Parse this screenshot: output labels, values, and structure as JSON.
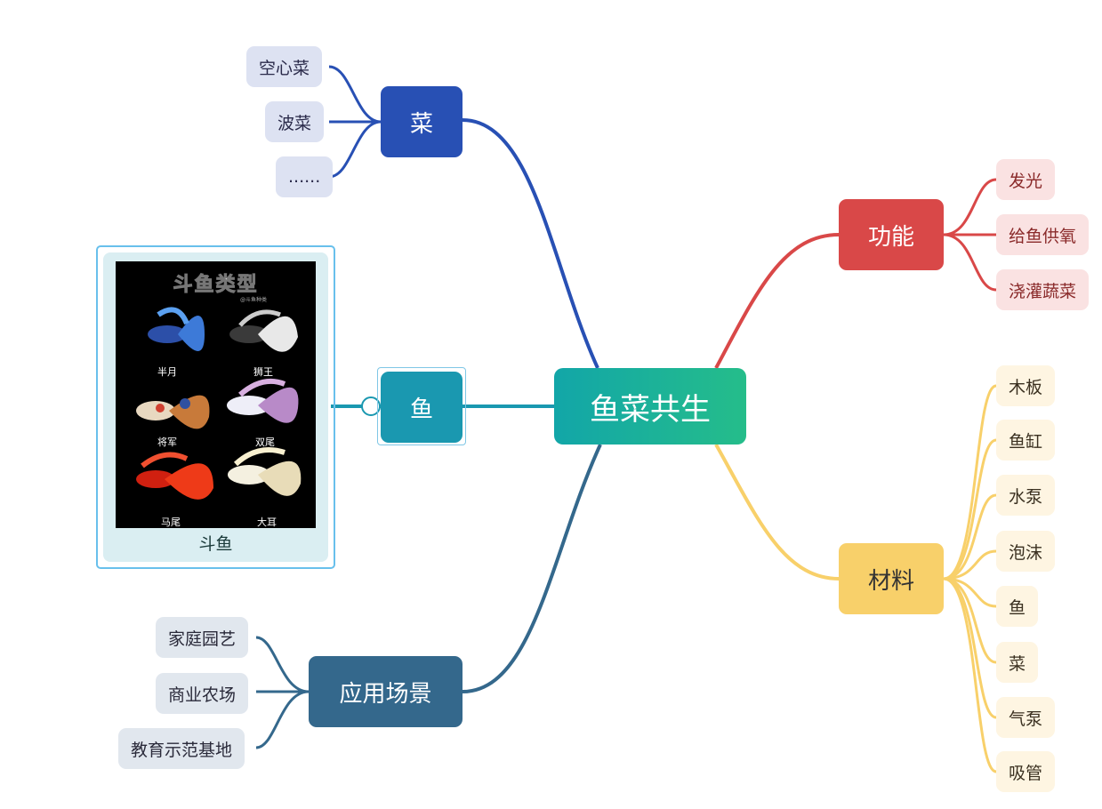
{
  "root": {
    "label": "鱼菜共生"
  },
  "branches": {
    "cai": {
      "label": "菜",
      "color": "#2850b4",
      "children": [
        "空心菜",
        "波菜",
        "......"
      ]
    },
    "yu": {
      "label": "鱼",
      "color": "#1a98b0",
      "image": {
        "title": "斗鱼类型",
        "watermark": "@斗鱼种类",
        "varieties": [
          "半月",
          "狮王",
          "将军",
          "双尾",
          "马尾",
          "大耳"
        ],
        "caption": "斗鱼"
      }
    },
    "app": {
      "label": "应用场景",
      "color": "#34688c",
      "children": [
        "家庭园艺",
        "商业农场",
        "教育示范基地"
      ]
    },
    "gn": {
      "label": "功能",
      "color": "#d94848",
      "children": [
        "发光",
        "给鱼供氧",
        "浇灌蔬菜"
      ]
    },
    "cl": {
      "label": "材料",
      "color": "#f8d06a",
      "children": [
        "木板",
        "鱼缸",
        "水泵",
        "泡沫",
        "鱼",
        "菜",
        "气泵",
        "吸管"
      ]
    }
  }
}
